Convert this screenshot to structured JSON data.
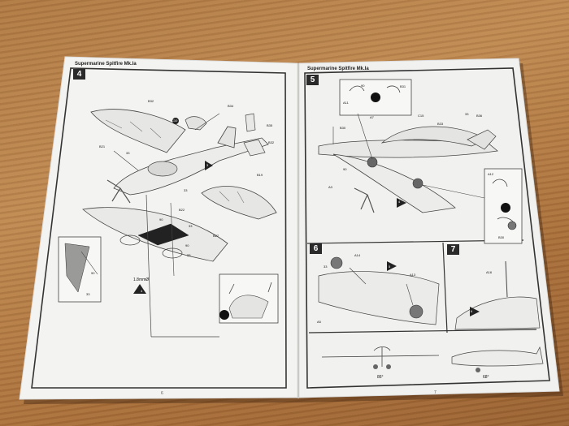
{
  "left_page": {
    "title": "Supermarine Spitfire Mk.Ia",
    "step": "4",
    "page_number": "6",
    "parts": [
      "B32",
      "C10",
      "B34",
      "B35",
      "B21",
      "33",
      "B32",
      "3",
      "B19",
      "33",
      "B22",
      "90",
      "33",
      "B27",
      "90",
      "33",
      "1.8mmØ",
      "90",
      "33",
      "4"
    ]
  },
  "right_page": {
    "title": "Supermarine Spitfire Mk.Ia",
    "step": "5",
    "step6": "6",
    "step7": "7",
    "page_number": "7",
    "parts": [
      "A11",
      "90",
      "B31",
      "A7",
      "C15",
      "B33",
      "B36",
      "B30",
      "33",
      "A3",
      "90",
      "4",
      "A12",
      "B30",
      "A14",
      "33",
      "5",
      "A13",
      "A5",
      "A16",
      "6",
      "86°",
      "68°"
    ]
  },
  "colors": {
    "table": "#b07a44",
    "paper": "#f3f3f1",
    "ink": "#2a2a2a"
  }
}
